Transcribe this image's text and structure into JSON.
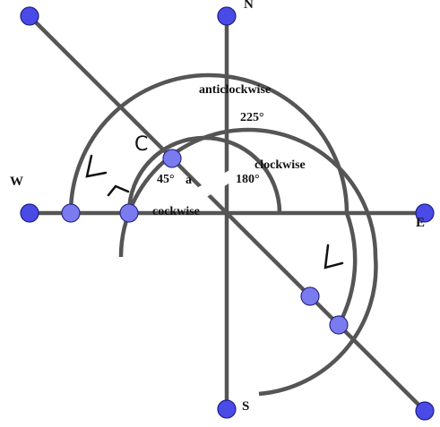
{
  "compass": {
    "north": "N",
    "south": "S",
    "east": "E",
    "west": "W"
  },
  "angles": {
    "a225": "225°",
    "a180": "180°",
    "a45": "45°",
    "partial_a": "a"
  },
  "rotation": {
    "anticlockwise": "anticlockwise",
    "clockwise": "clockwise",
    "cockwise": "cockwise"
  },
  "marker_c": "C",
  "colors": {
    "line": "#555555",
    "point_fill": "#7b7bf0",
    "endpoint_fill": "#4a4ae6",
    "text": "#111111"
  }
}
